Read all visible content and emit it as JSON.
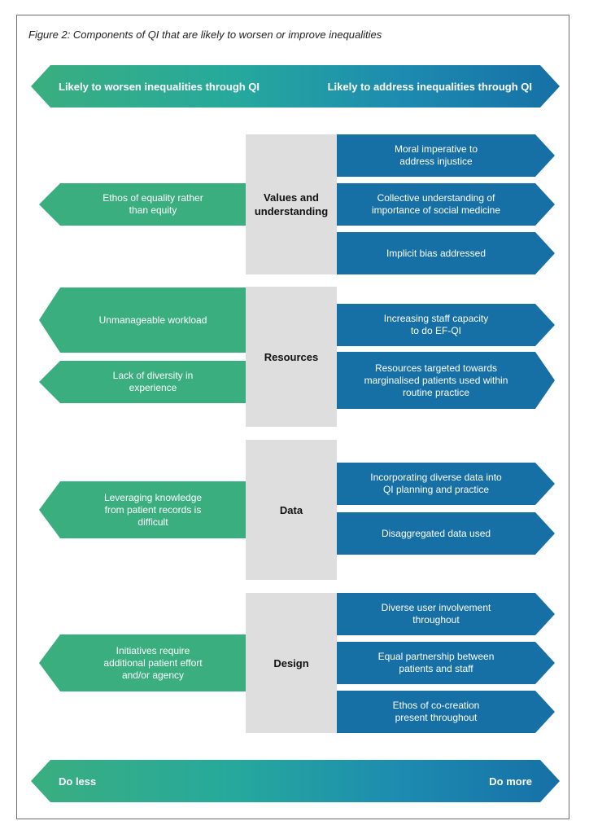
{
  "figure": {
    "caption": "Figure 2: Components of QI that are likely to worsen or improve inequalities"
  },
  "top_arrow": {
    "left_label": "Likely to worsen inequalities through QI",
    "right_label": "Likely to address inequalities through QI"
  },
  "bottom_arrow": {
    "left_label": "Do less",
    "right_label": "Do more"
  },
  "sections": [
    {
      "category": "Values and\nunderstanding",
      "worsen": [
        "Ethos of equality rather\nthan equity"
      ],
      "address": [
        "Moral imperative to\naddress injustice",
        "Collective understanding of\nimportance of social medicine",
        "Implicit bias addressed"
      ]
    },
    {
      "category": "Resources",
      "worsen": [
        "Unmanageable workload",
        "Lack of diversity in\nexperience"
      ],
      "address": [
        "Increasing staff capacity\nto do EF-QI",
        "Resources targeted towards\nmarginalised patients used within\nroutine practice"
      ]
    },
    {
      "category": "Data",
      "worsen": [
        "Leveraging knowledge\nfrom patient records is\ndifficult"
      ],
      "address": [
        "Incorporating diverse data into\nQI planning and practice",
        "Disaggregated data used"
      ]
    },
    {
      "category": "Design",
      "worsen": [
        "Initiatives require\nadditional patient effort\nand/or agency"
      ],
      "address": [
        "Diverse user involvement\nthroughout",
        "Equal partnership between\npatients and staff",
        "Ethos of co-creation\npresent throughout"
      ]
    }
  ],
  "colors": {
    "green": "#3aae7f",
    "blue": "#1670a6",
    "category_gray": "#dedede"
  }
}
